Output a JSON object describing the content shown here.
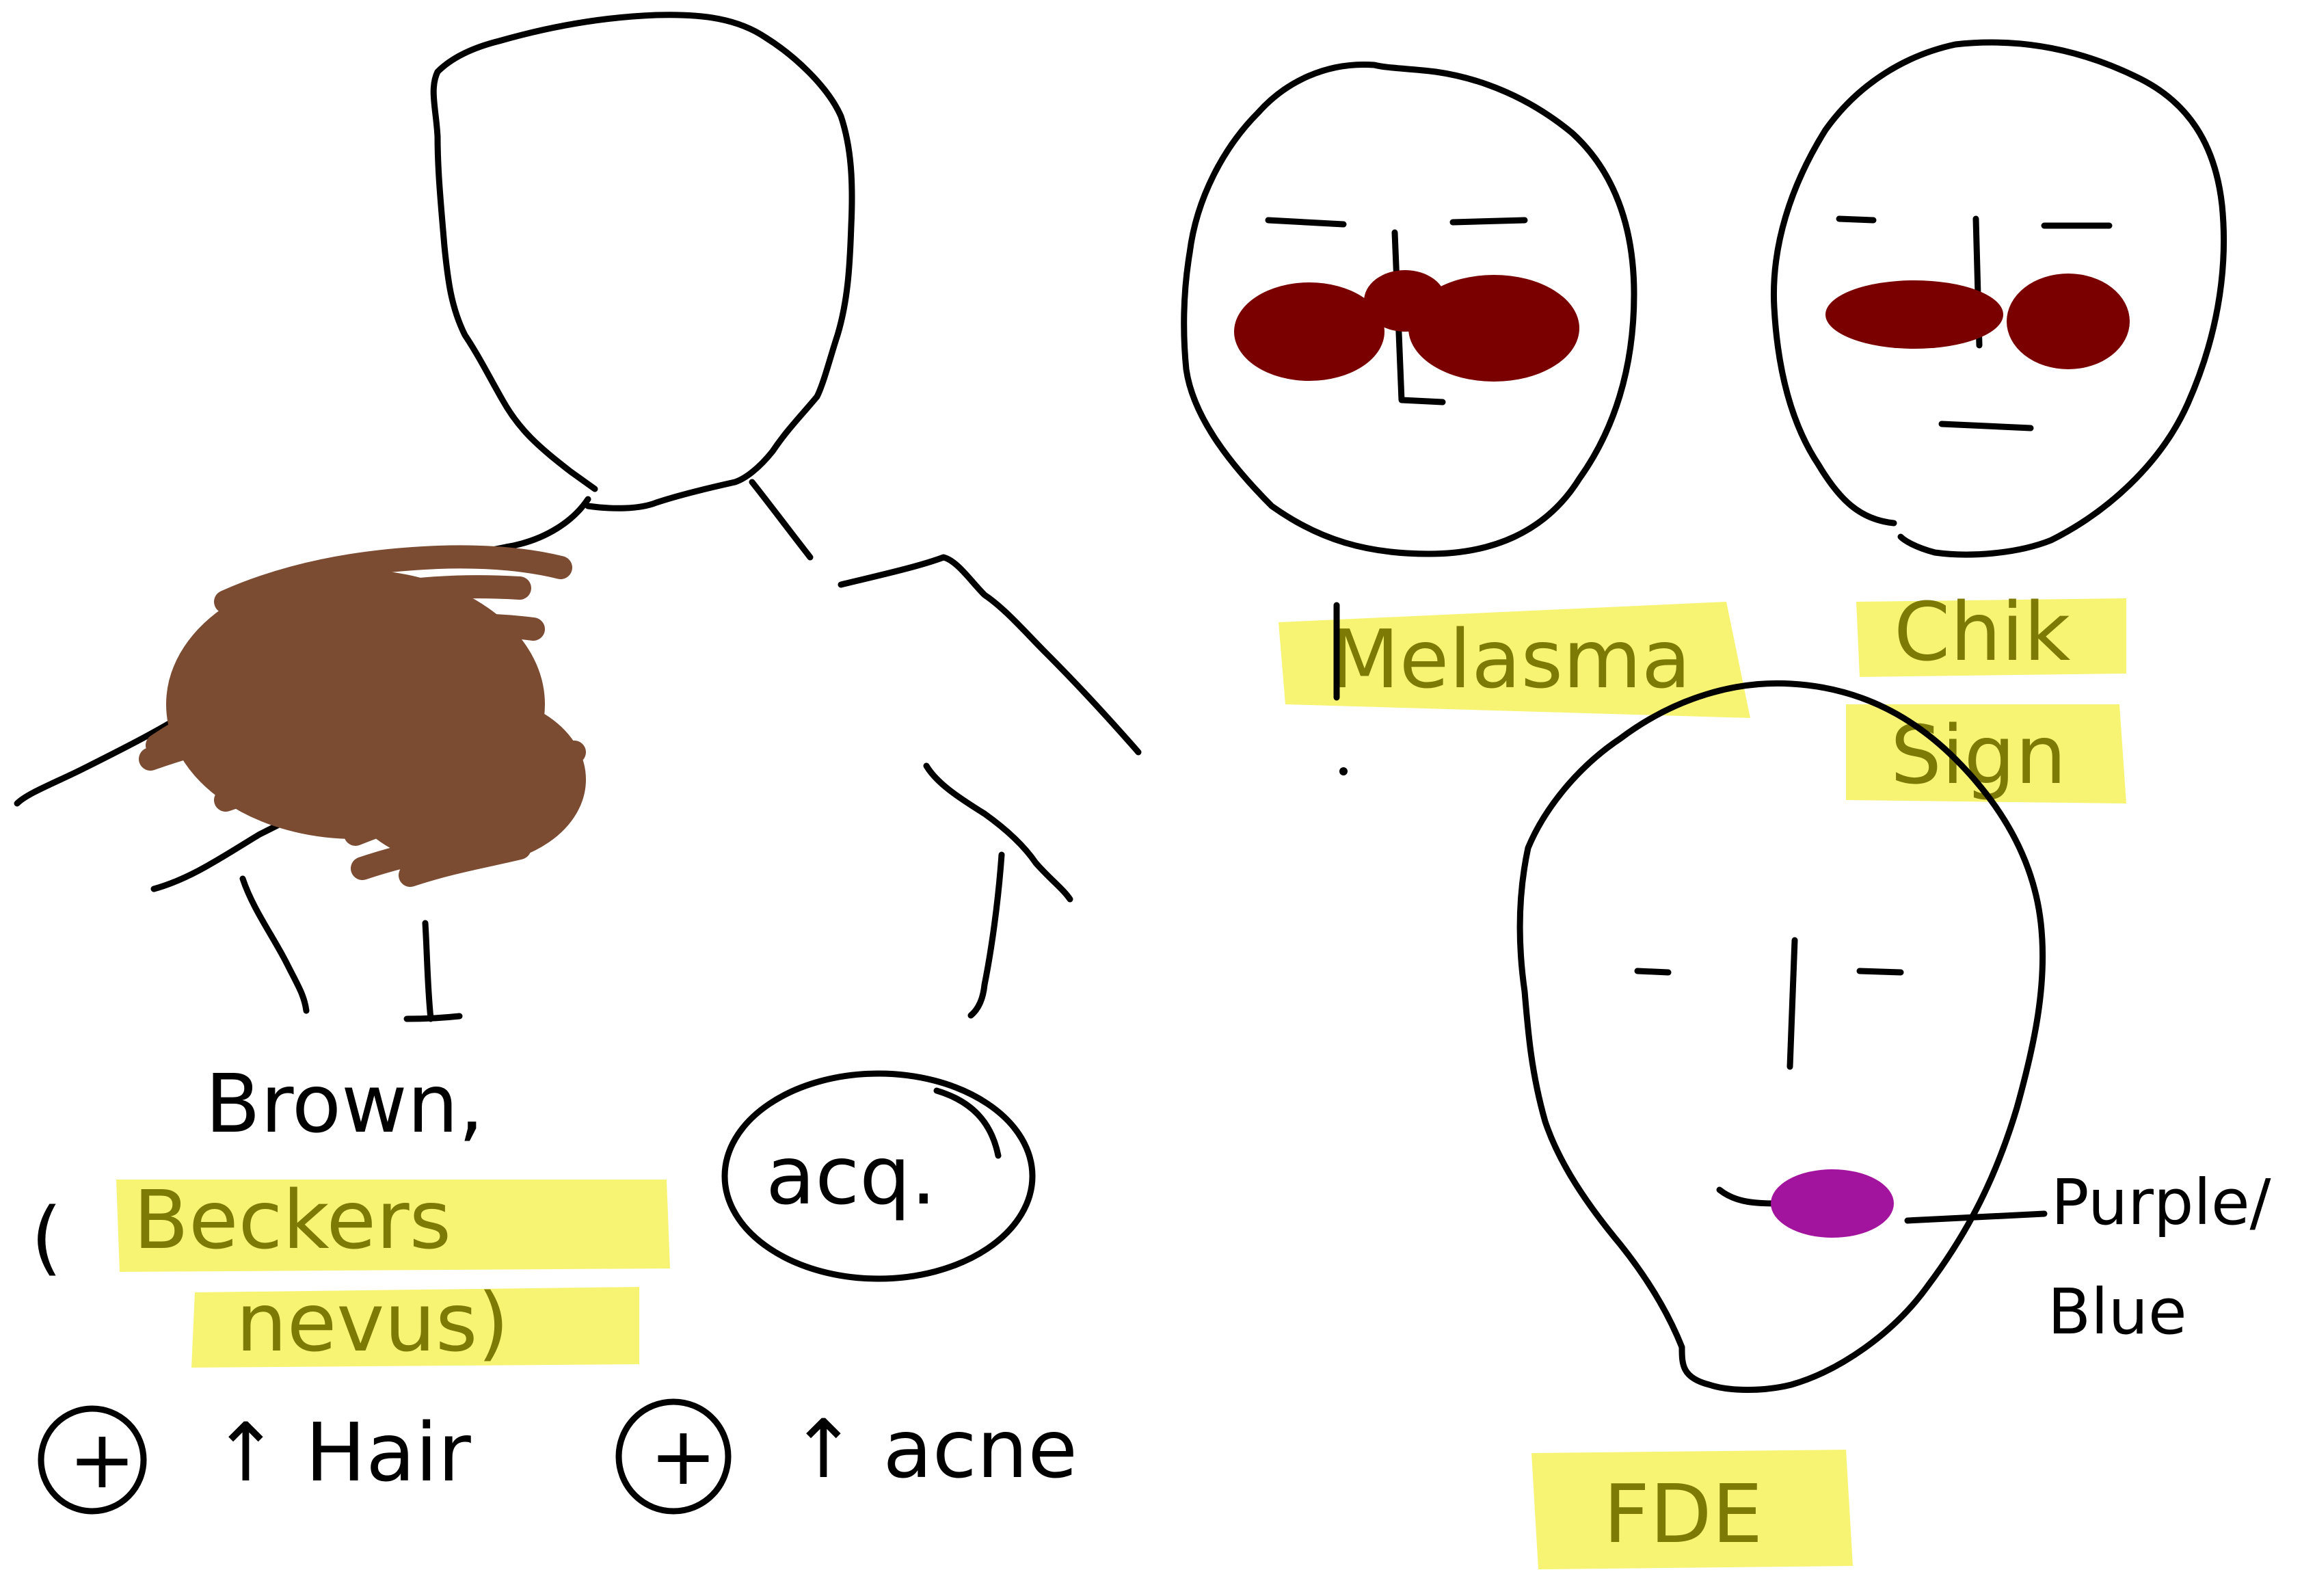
{
  "colors": {
    "ink": "#000000",
    "highlight": "#f7f25a",
    "highlight_text": "#7d7a06",
    "becker_patch": "#7b4b32",
    "melasma_patch": "#7a0000",
    "fde_patch": "#a3149e"
  },
  "left_figure": {
    "arrow_labels": {
      "brown": "Brown,",
      "open_paren": "(",
      "beckers": "Beckers",
      "nevus": "nevus)",
      "acq": "acq.",
      "plus_1": "+",
      "hair": "↑ Hair",
      "plus_2": "+",
      "acne": "↑ acne"
    }
  },
  "faces": {
    "melasma": {
      "label": "Melasma"
    },
    "chik": {
      "label_line1": "Chik",
      "label_line2": "Sign"
    },
    "fde": {
      "label": "FDE",
      "arrow_label_line1": "Purple/",
      "arrow_label_line2": "Blue"
    }
  }
}
